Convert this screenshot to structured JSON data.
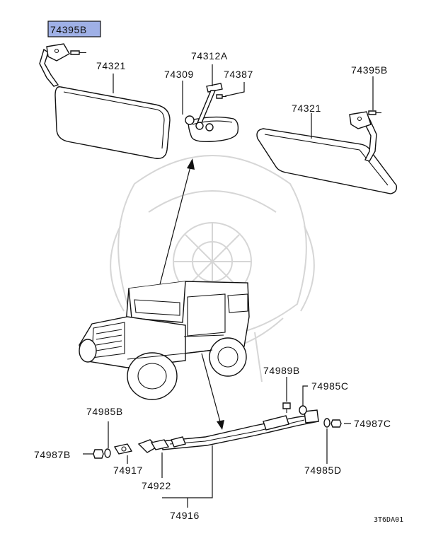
{
  "highlight_color": "#9fb0e6",
  "labels": {
    "l_74395B_highlight": "74395B",
    "l_74321_left": "74321",
    "l_74312A": "74312A",
    "l_74309": "74309",
    "l_74387": "74387",
    "l_74395B_right": "74395B",
    "l_74321_right": "74321",
    "l_74989B": "74989B",
    "l_74985C": "74985C",
    "l_74985B": "74985B",
    "l_74987C": "74987C",
    "l_74987B": "74987B",
    "l_74917": "74917",
    "l_74985D": "74985D",
    "l_74922": "74922",
    "l_74916": "74916"
  },
  "diagram_code": "3T6DA01"
}
